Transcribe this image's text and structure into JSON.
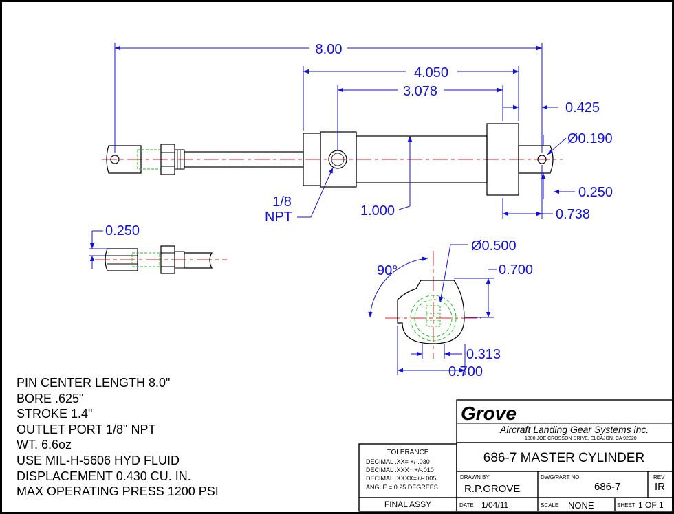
{
  "dimensions": {
    "overall_length": "8.00",
    "body_length": "4.050",
    "port_to_end": "3.078",
    "clevis_offset": "0.425",
    "pin_hole_dia": "Ø0.190",
    "clevis_width": "0.250",
    "body_height": "1.000",
    "clevis_length": "0.738",
    "port_label_line1": "1/8",
    "port_label_line2": "NPT",
    "rod_clevis_width": "0.250",
    "pin_dia": "Ø0.500",
    "angle": "90°",
    "end_height": "0.700",
    "end_offset": "0.313",
    "end_width": "0.700"
  },
  "notes": [
    "PIN CENTER LENGTH 8.0\"",
    "BORE .625\"",
    "STROKE 1.4\"",
    "OUTLET PORT 1/8\" NPT",
    "WT. 6.6oz",
    "USE MIL-H-5606 HYD FLUID",
    "DISPLACEMENT 0.430 CU. IN.",
    "MAX OPERATING PRESS 1200 PSI"
  ],
  "title_block": {
    "company_logo": "Grove",
    "company_name": "Aircraft Landing Gear Systems inc.",
    "company_address": "1800 JOE CROSSON DRIVE, ELCAJON, CA 92020",
    "drawing_title": "686-7 MASTER CYLINDER",
    "tolerance_heading": "TOLERANCE",
    "tolerance_lines": [
      "DECIMAL  .XX=  +/-.030",
      "DECIMAL  .XXX= +/-.010",
      "DECIMAL  .XXXX=+/-.005",
      "ANGLE = 0.25 DEGREES"
    ],
    "drawn_by_label": "DRAWN  BY",
    "drawn_by": "R.P.GROVE",
    "part_no_label": "DWG/PART  NO.",
    "part_no": "686-7",
    "rev_label": "REV",
    "rev": "IR",
    "assy": "FINAL ASSY",
    "date_label": "DATE",
    "date": "1/04/11",
    "scale_label": "SCALE",
    "scale": "NONE",
    "sheet_label": "SHEET",
    "sheet": "1 OF 1"
  },
  "colors": {
    "outline": "#000000",
    "dimension": "#1010e0",
    "centerline": "#e02020",
    "hidden": "#20c020"
  }
}
